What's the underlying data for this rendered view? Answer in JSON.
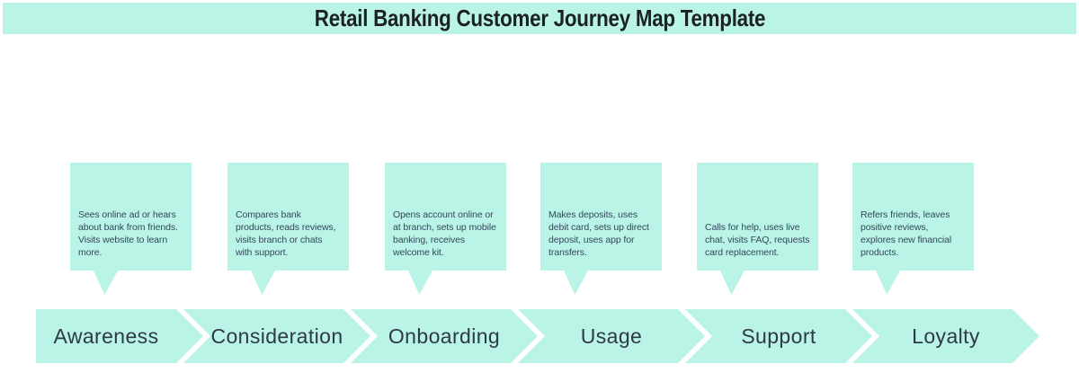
{
  "title": "Retail Banking Customer Journey Map Template",
  "colors": {
    "mint": "#b9f4e7",
    "title_text": "#1d2125",
    "note_text": "#32485a",
    "stage_text": "#2e3a44",
    "background": "#ffffff"
  },
  "stages": [
    {
      "label": "Awareness",
      "note": "Sees online ad or hears about bank from friends. Visits website to learn more."
    },
    {
      "label": "Consideration",
      "note": "Compares bank products, reads reviews, visits branch or chats with support."
    },
    {
      "label": "Onboarding",
      "note": "Opens account online or at branch, sets up mobile banking, receives welcome kit."
    },
    {
      "label": "Usage",
      "note": "Makes deposits, uses debit card, sets up direct deposit, uses app for transfers."
    },
    {
      "label": "Support",
      "note": "Calls for help, uses live chat, visits FAQ, requests card replacement."
    },
    {
      "label": "Loyalty",
      "note": "Refers friends, leaves positive reviews, explores new financial products."
    }
  ]
}
